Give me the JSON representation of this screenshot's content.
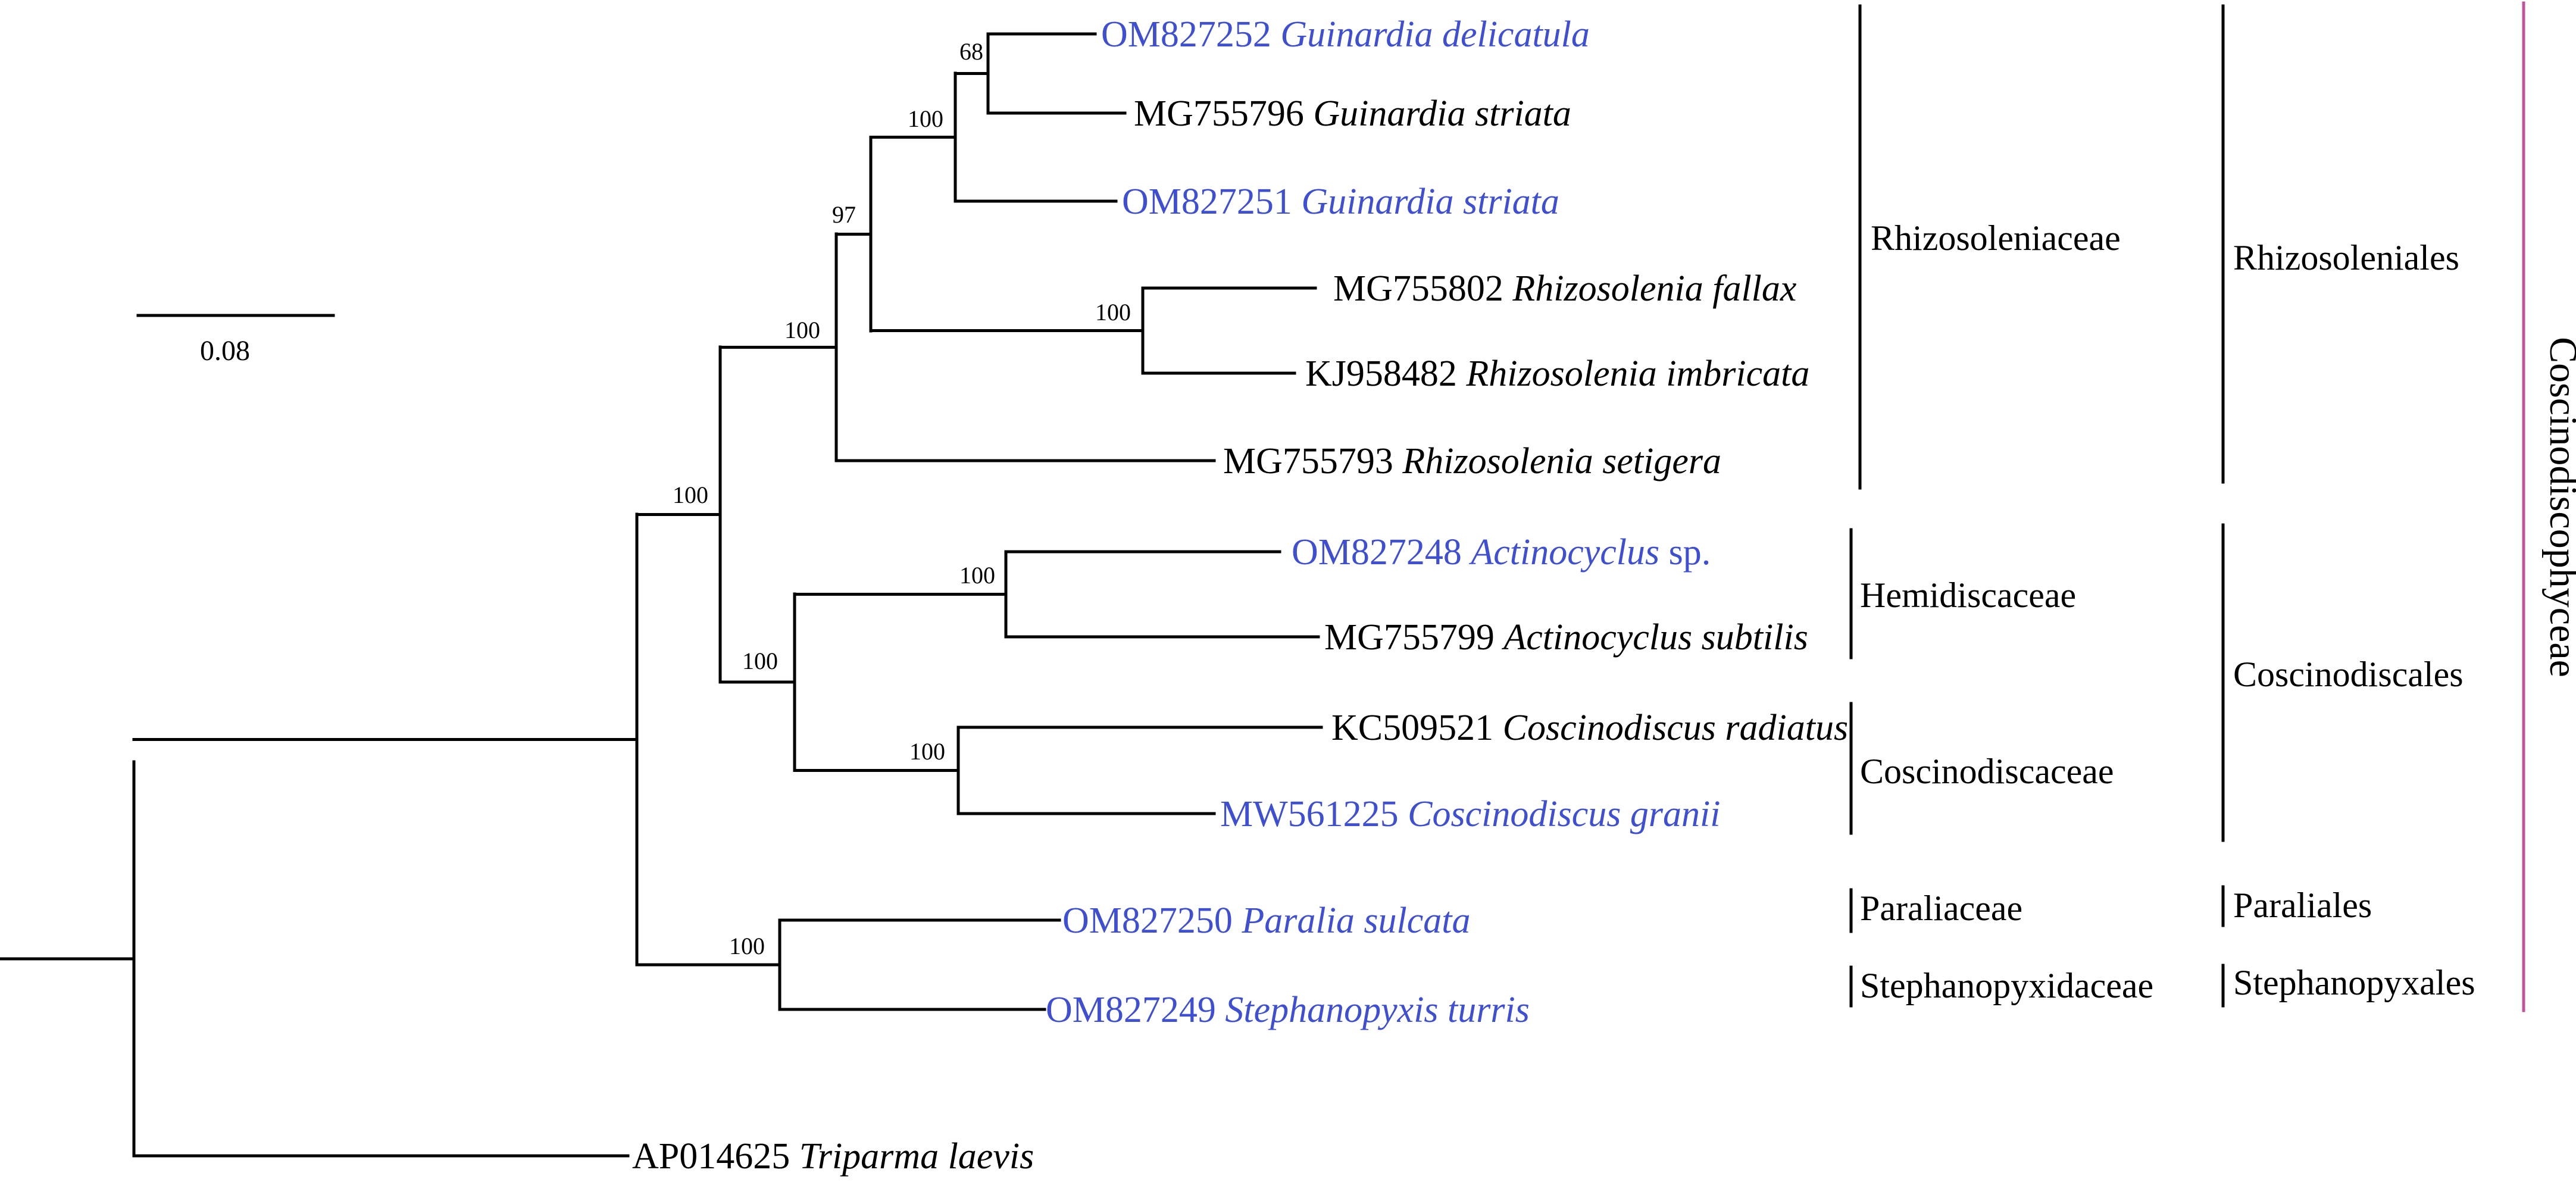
{
  "colors": {
    "default_label": "#000000",
    "new_sequence": "#3e4fd1",
    "class_bar": "#c0549a",
    "branch": "#000000"
  },
  "scale_bar": {
    "label": "0.08"
  },
  "taxa": [
    {
      "id": "t1",
      "accession": "OM827252",
      "species": "Guinardia delicatula",
      "suffix": "",
      "highlight": true
    },
    {
      "id": "t2",
      "accession": "MG755796",
      "species": "Guinardia striata",
      "suffix": "",
      "highlight": false
    },
    {
      "id": "t3",
      "accession": "OM827251",
      "species": "Guinardia striata",
      "suffix": "",
      "highlight": true
    },
    {
      "id": "t4",
      "accession": "MG755802",
      "species": "Rhizosolenia fallax",
      "suffix": "",
      "highlight": false
    },
    {
      "id": "t5",
      "accession": "KJ958482",
      "species": "Rhizosolenia imbricata",
      "suffix": "",
      "highlight": false
    },
    {
      "id": "t6",
      "accession": "MG755793",
      "species": "Rhizosolenia setigera",
      "suffix": "",
      "highlight": false
    },
    {
      "id": "t7",
      "accession": "OM827248",
      "species": "Actinocyclus",
      "suffix": " sp.",
      "highlight": true
    },
    {
      "id": "t8",
      "accession": "MG755799",
      "species": "Actinocyclus subtilis",
      "suffix": "",
      "highlight": false
    },
    {
      "id": "t9",
      "accession": "KC509521",
      "species": "Coscinodiscus radiatus",
      "suffix": "",
      "highlight": false
    },
    {
      "id": "t10",
      "accession": "MW561225",
      "species": "Coscinodiscus granii",
      "suffix": "",
      "highlight": true
    },
    {
      "id": "t11",
      "accession": "OM827250",
      "species": "Paralia sulcata",
      "suffix": "",
      "highlight": true
    },
    {
      "id": "t12",
      "accession": "OM827249",
      "species": "Stephanopyxis turris",
      "suffix": "",
      "highlight": true
    },
    {
      "id": "t13",
      "accession": "AP014625",
      "species": "Triparma laevis",
      "suffix": "",
      "highlight": false
    }
  ],
  "support_values": [
    {
      "node": "guinardia-delicatula-striata",
      "value": "68"
    },
    {
      "node": "guinardia",
      "value": "100"
    },
    {
      "node": "rhizosolenia-fallax-imbricata",
      "value": "100"
    },
    {
      "node": "guinardia-rhizosolenia",
      "value": "97"
    },
    {
      "node": "rhizosoleniaceae",
      "value": "100"
    },
    {
      "node": "actinocyclus",
      "value": "100"
    },
    {
      "node": "coscinodiscus",
      "value": "100"
    },
    {
      "node": "coscinodiscales",
      "value": "100"
    },
    {
      "node": "rhizosoleniales-coscinodiscales",
      "value": "100"
    },
    {
      "node": "paralia-stephanopyxis",
      "value": "100"
    }
  ],
  "families": [
    {
      "id": "rhizosoleniaceae",
      "label": "Rhizosoleniaceae"
    },
    {
      "id": "hemidiscaceae",
      "label": "Hemidiscaceae"
    },
    {
      "id": "coscinodiscaceae",
      "label": "Coscinodiscaceae"
    },
    {
      "id": "paraliaceae",
      "label": "Paraliaceae"
    },
    {
      "id": "stephanopyxidaceae",
      "label": "Stephanopyxidaceae"
    }
  ],
  "orders": [
    {
      "id": "rhizosoleniales",
      "label": "Rhizosoleniales"
    },
    {
      "id": "coscinodiscales",
      "label": "Coscinodiscales"
    },
    {
      "id": "paraliales",
      "label": "Paraliales"
    },
    {
      "id": "stephanopyxales",
      "label": "Stephanopyxales"
    }
  ],
  "class": {
    "label": "Coscinodiscophyceae"
  }
}
